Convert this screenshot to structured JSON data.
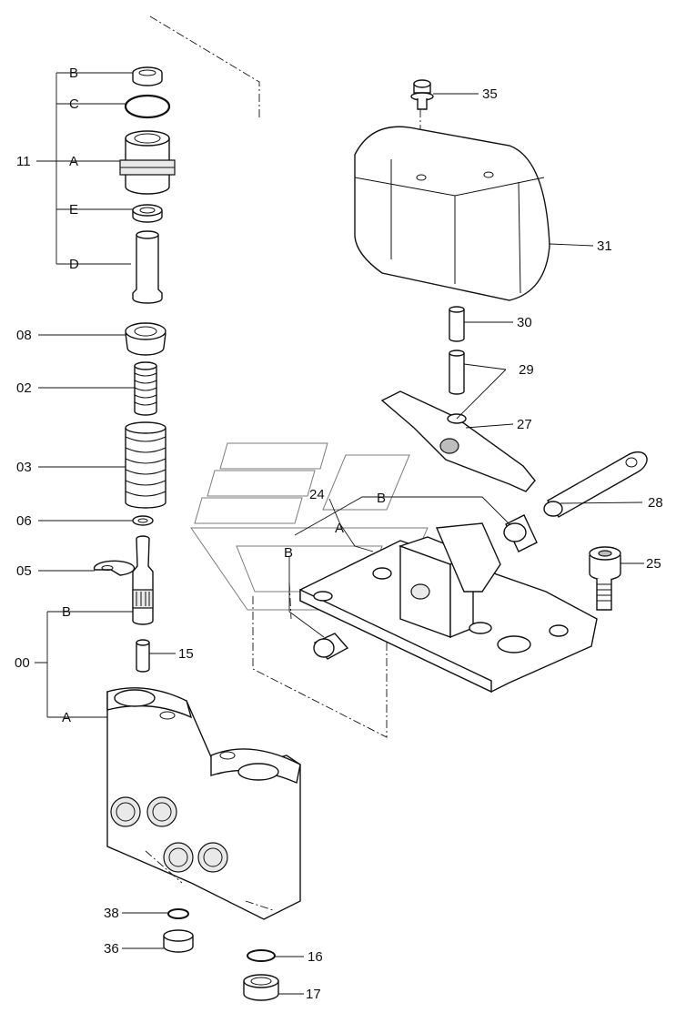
{
  "callouts": {
    "c11": "11",
    "c11B": "B",
    "c11C": "C",
    "c11A": "A",
    "c11E": "E",
    "c11D": "D",
    "c08": "08",
    "c02": "02",
    "c03": "03",
    "c06": "06",
    "c05": "05",
    "c00": "00",
    "c00B": "B",
    "c00A": "A",
    "c15": "15",
    "c38": "38",
    "c36": "36",
    "c16": "16",
    "c17": "17",
    "c35": "35",
    "c31": "31",
    "c30": "30",
    "c29": "29",
    "c27": "27",
    "c24": "24",
    "c24B1": "B",
    "c24A": "A",
    "c24B2": "B",
    "c28": "28",
    "c25": "25"
  }
}
